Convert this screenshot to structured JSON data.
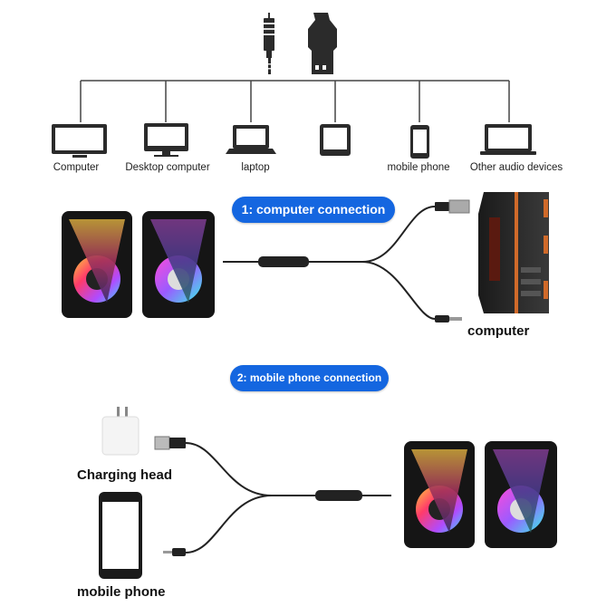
{
  "top": {
    "connectors": [
      {
        "name": "3.5mm audio jack",
        "icon": "audio-jack-icon"
      },
      {
        "name": "USB plug",
        "icon": "usb-plug-icon"
      }
    ],
    "devices": [
      {
        "label": "Computer",
        "icon": "monitor-icon"
      },
      {
        "label": "Desktop computer",
        "icon": "desktop-icon"
      },
      {
        "label": "laptop",
        "icon": "laptop-icon"
      },
      {
        "label": "",
        "icon": "tablet-icon"
      },
      {
        "label": "mobile phone",
        "icon": "phone-icon"
      },
      {
        "label": "Other audio devices",
        "icon": "laptop-large-icon"
      }
    ]
  },
  "section1": {
    "title": "1: computer connection",
    "target_label": "computer",
    "accent": "#1466e0"
  },
  "section2": {
    "title": "2: mobile phone connection",
    "charger_label": "Charging head",
    "phone_label": "mobile phone",
    "accent": "#1466e0"
  }
}
